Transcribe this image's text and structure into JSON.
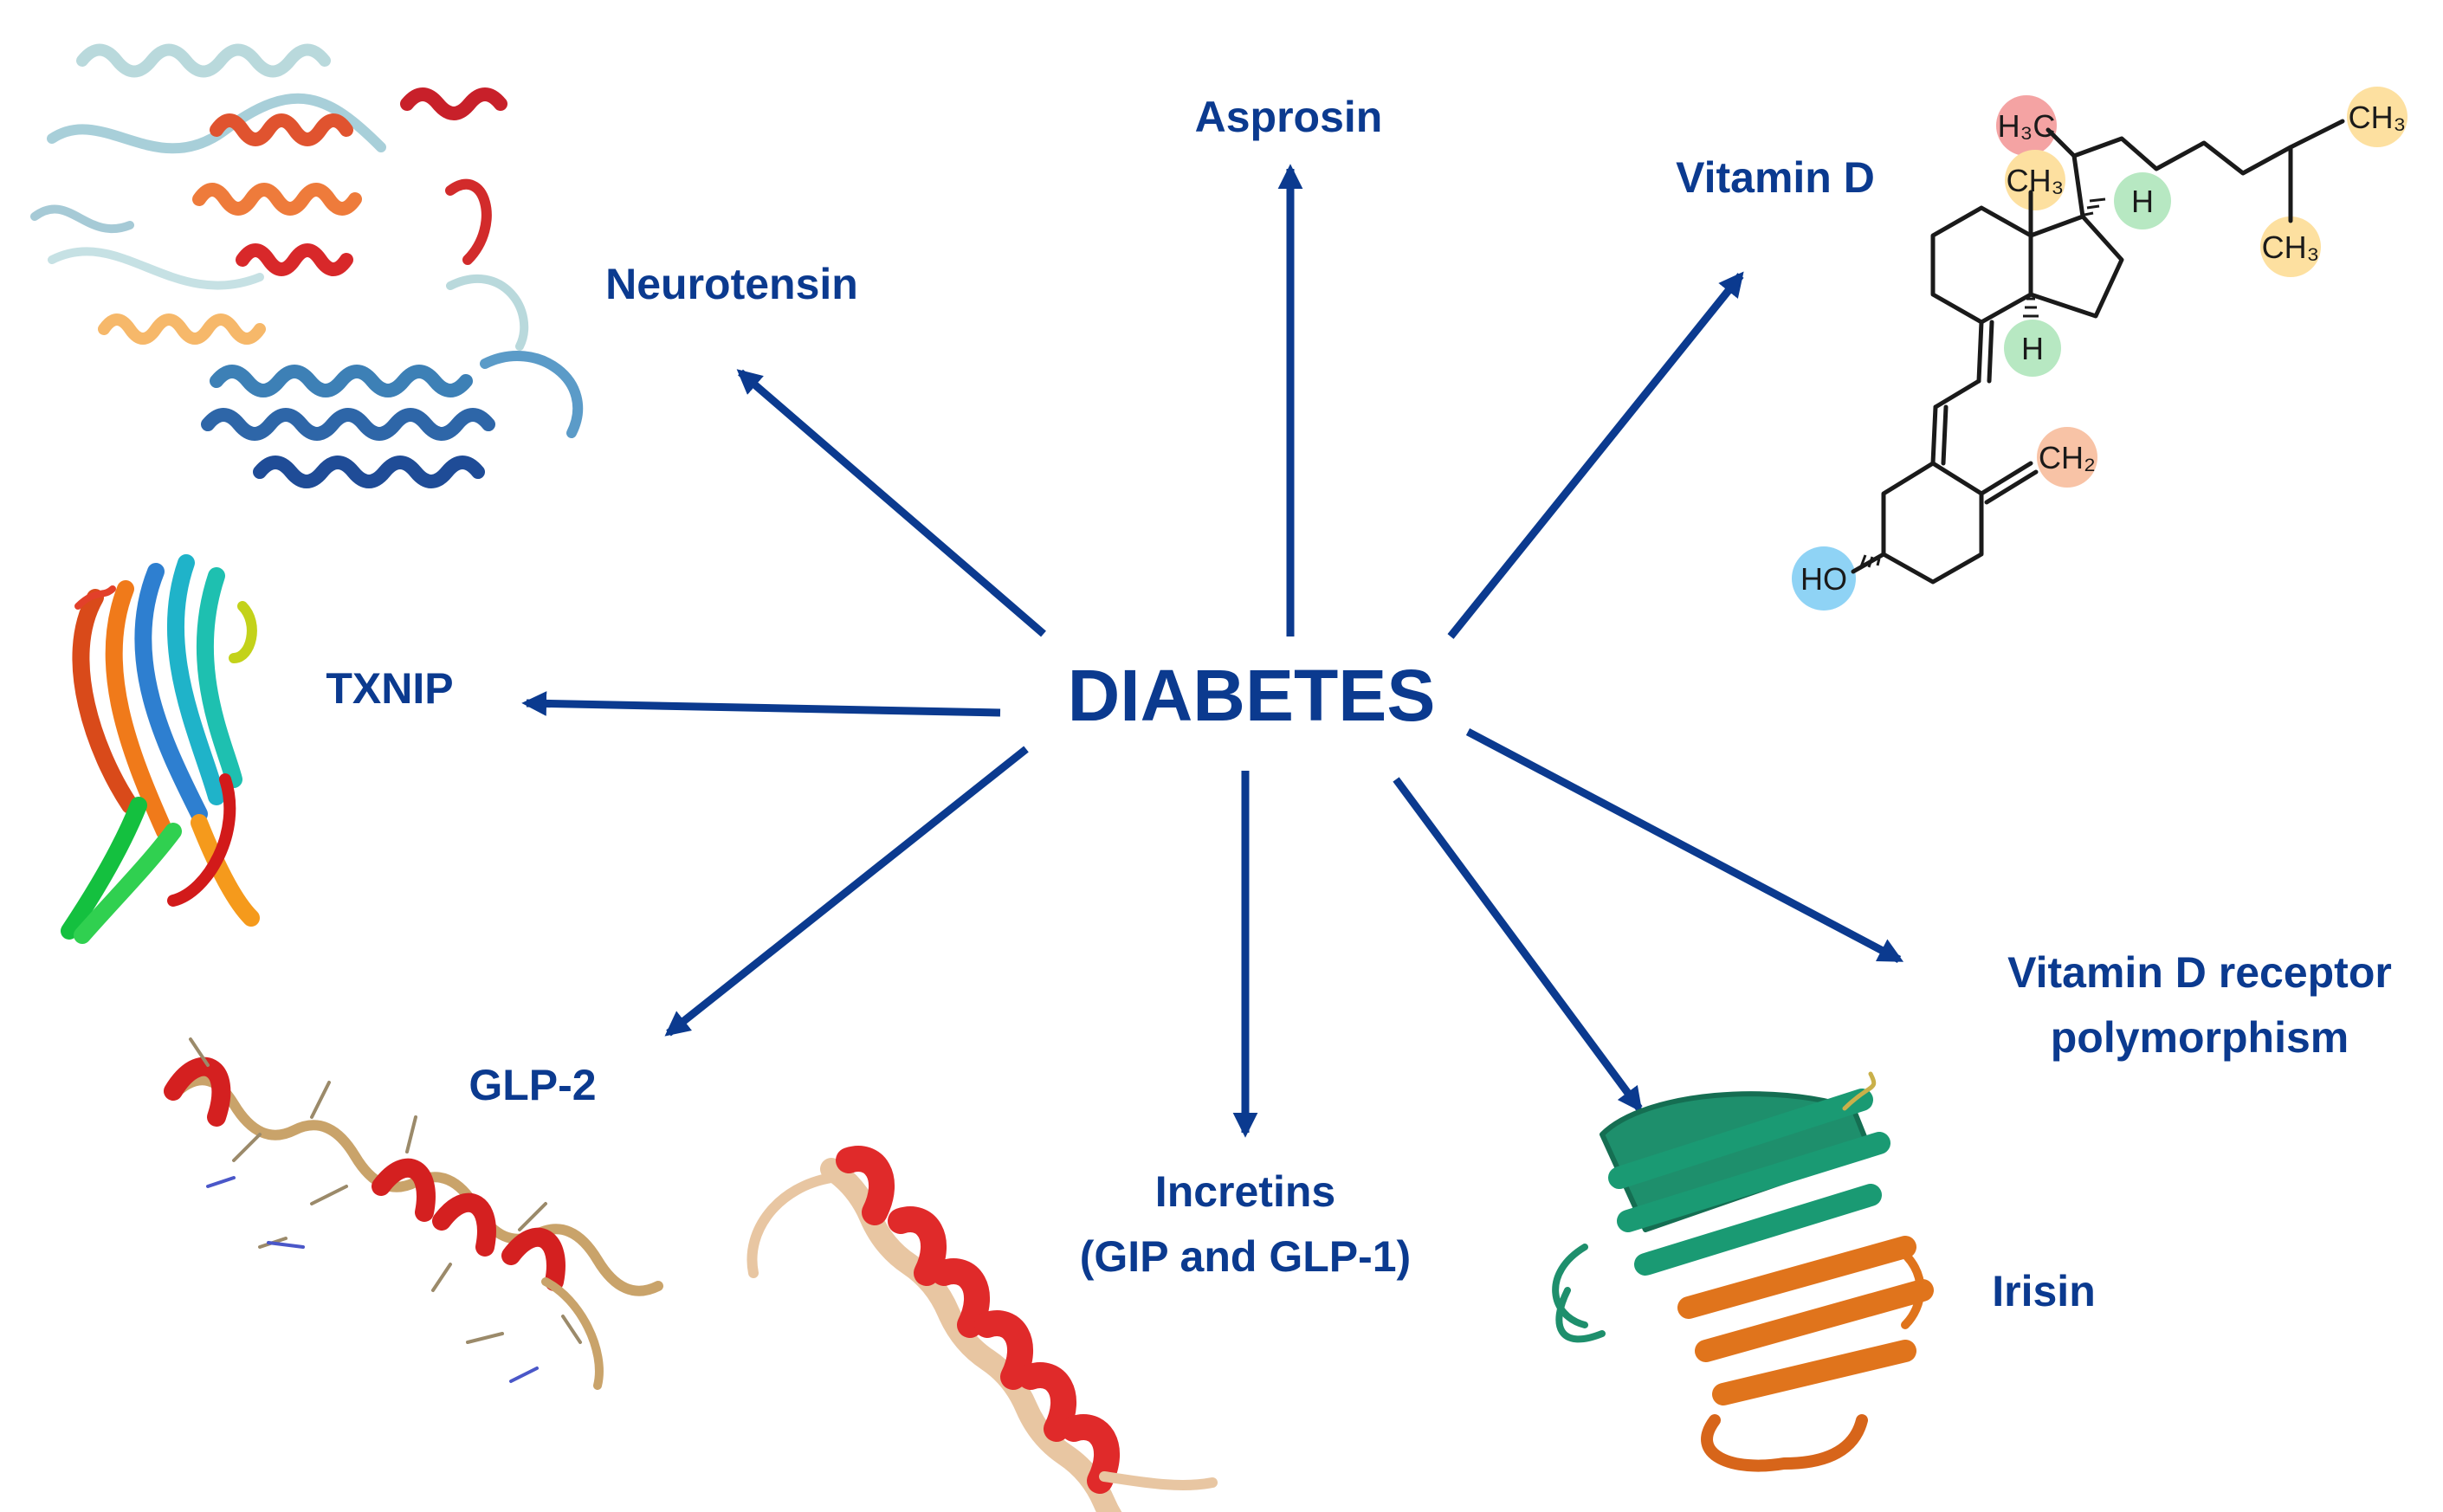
{
  "center": {
    "label": "DIABETES"
  },
  "colors": {
    "text": "#0b3a8f",
    "arrow": "#0b3a8f"
  },
  "nodes": [
    {
      "id": "asprosin",
      "label_lines": [
        "Asprosin"
      ],
      "structure_icon": ""
    },
    {
      "id": "neurotensin",
      "label_lines": [
        "Neurotensin"
      ],
      "structure_icon": "protein-helical-bundle-icon"
    },
    {
      "id": "vitamin-d",
      "label_lines": [
        "Vitamin D"
      ],
      "structure_icon": "vitamin-d-molecule-icon"
    },
    {
      "id": "txnip",
      "label_lines": [
        "TXNIP"
      ],
      "structure_icon": "protein-beta-sheet-icon"
    },
    {
      "id": "glp-2",
      "label_lines": [
        "GLP-2"
      ],
      "structure_icon": "peptide-helix-icon"
    },
    {
      "id": "incretins",
      "label_lines": [
        "Incretins",
        "(GIP and GLP-1)"
      ],
      "structure_icon": "alpha-helix-icon"
    },
    {
      "id": "irisin",
      "label_lines": [
        "Irisin"
      ],
      "structure_icon": "protein-dimer-icon"
    },
    {
      "id": "vdr-polymorphism",
      "label_lines": [
        "Vitamin D receptor",
        "polymorphism"
      ],
      "structure_icon": ""
    }
  ],
  "molecule": {
    "groups": [
      {
        "id": "h3c",
        "text": "H₃C",
        "color": "#f4a3a3"
      },
      {
        "id": "ch3-top",
        "text": "CH₃",
        "color": "#fde0a0"
      },
      {
        "id": "ch3-right",
        "text": "CH₃",
        "color": "#fde0a0"
      },
      {
        "id": "ch3-angular",
        "text": "CH₃",
        "color": "#fde0a0"
      },
      {
        "id": "h-upper",
        "text": "H",
        "color": "#b7e8c2"
      },
      {
        "id": "h-lower",
        "text": "H",
        "color": "#b7e8c2"
      },
      {
        "id": "ch2",
        "text": "CH₂",
        "color": "#f8c3a6"
      },
      {
        "id": "ho",
        "text": "HO",
        "color": "#8fd3f5"
      }
    ]
  }
}
